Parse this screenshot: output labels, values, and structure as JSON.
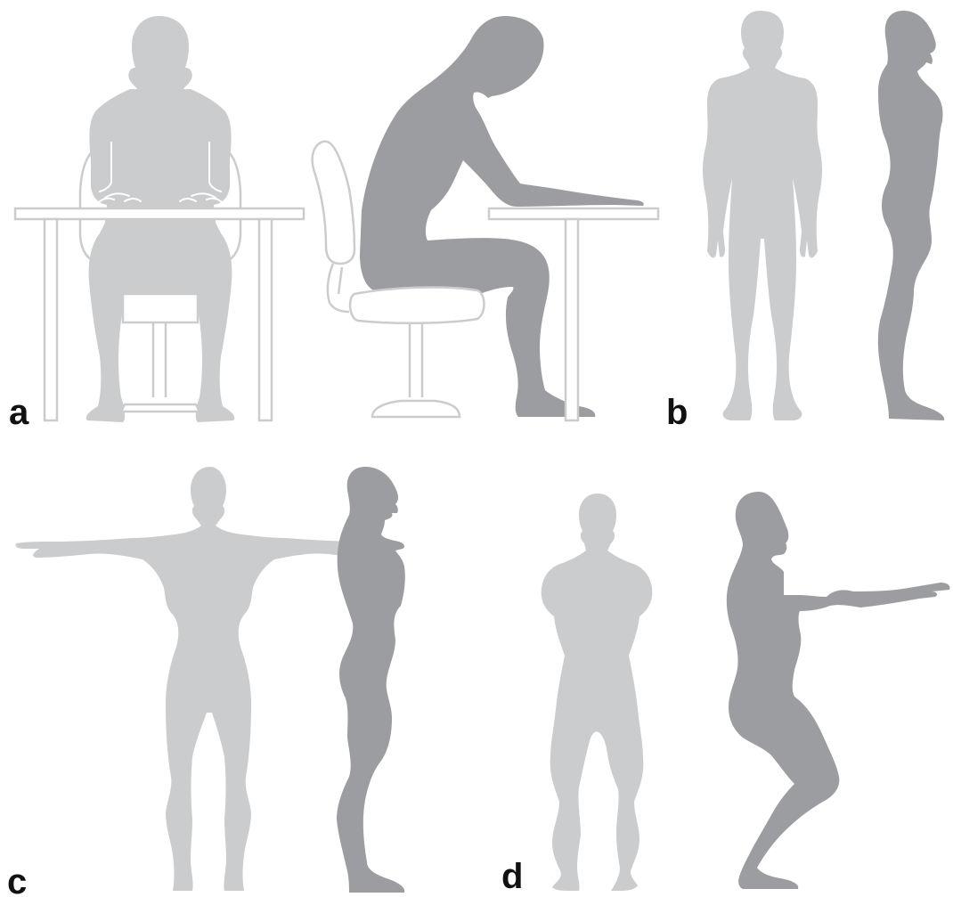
{
  "panels": {
    "a": {
      "label": "a"
    },
    "b": {
      "label": "b"
    },
    "c": {
      "label": "c"
    },
    "d": {
      "label": "d"
    }
  },
  "colors": {
    "front_figure": "#cbcccd",
    "side_figure": "#9c9da0",
    "furniture_outline": "#cbcccd",
    "label_text": "#111111",
    "background": "#ffffff"
  }
}
